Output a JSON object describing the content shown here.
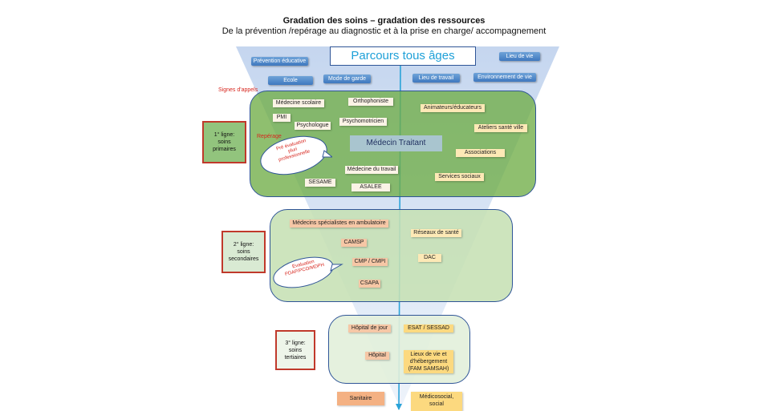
{
  "header": {
    "title": "Gradation des soins – gradation des ressources",
    "subtitle": "De la prévention /repérage  au diagnostic et à la prise en charge/ accompagnement"
  },
  "banner": "Parcours tous âges",
  "top_tags": {
    "prevention": "Prévention éducative",
    "lieu_de_vie": "Lieu de vie",
    "ecole": "Ecole",
    "mode_de_garde": "Mode de garde",
    "lieu_de_travail": "Lieu de travail",
    "environnement": "Environnement de vie"
  },
  "signes_appels": "Signes d'appels",
  "reperage": "Repérage",
  "levels": {
    "l1": [
      "1° ligne:",
      "soins",
      "primaires"
    ],
    "l2": [
      "2° ligne:",
      "soins",
      "secondaires"
    ],
    "l3": [
      "3° ligne:",
      "soins",
      "tertiaires"
    ]
  },
  "primary": {
    "medecin_scolaire": "Médecine scolaire",
    "orthophoniste": "Orthophoniste",
    "pmi": "PMI",
    "psychologue": "Psychologue",
    "psychomotricien": "Psychomotricien",
    "medecin_traitant": "Médecin    Traitant",
    "medecine_travail": "Médecine du travail",
    "sesame": "SESAME",
    "asalee": "ASALEE",
    "animateurs": "Animateurs/éducateurs",
    "ateliers": "Ateliers santé ville",
    "associations": "Associations",
    "services_sociaux": "Services sociaux"
  },
  "pre_eval": [
    "Pré évaluation",
    "pluri",
    "professionnelle"
  ],
  "secondary": {
    "specialistes": "Médecins spécialistes en ambulatoire",
    "camsp": "CAMSP",
    "cmp": "CMP / CMPI",
    "csapa": "CSAPA",
    "reseaux": "Réseaux de santé",
    "dac": "DAC"
  },
  "evaluation": [
    "Evaluation",
    "PDAP/PCO/MDPH"
  ],
  "tertiary": {
    "hopital_jour": "Hôpital de jour",
    "hopital": "Hôpital",
    "esat": "ESAT / SESSAD",
    "lieux_de_vie": [
      "Lieux de vie et",
      "d'hébergement",
      "(FAM SAMSAH)"
    ]
  },
  "bottom": {
    "sanitaire": "Sanitaire",
    "medicosocial": [
      "Médicosocial,",
      "social"
    ]
  },
  "colors": {
    "funnel": "#c9d9f0",
    "primary_panel": "#70ad47",
    "secondary_panel": "#c6e0b4",
    "tertiary_panel": "#e2efda",
    "axis_line": "#2aa3d8",
    "level_border": "#c0392b"
  }
}
